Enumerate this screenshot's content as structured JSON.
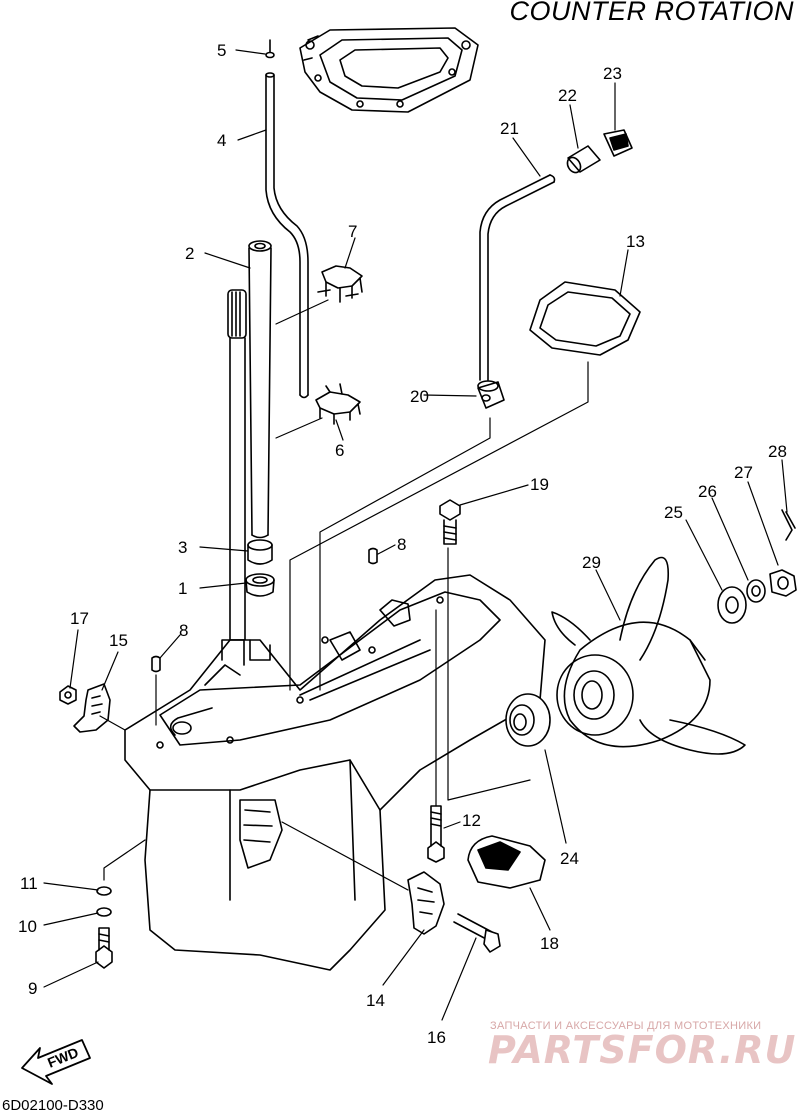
{
  "title": "COUNTER ROTATION",
  "drawing_code": "6D02100-D330",
  "fwd_label": "FWD",
  "watermark": {
    "tagline": "ЗАПЧАСТИ И АКСЕССУАРЫ ДЛЯ МОТОТЕХНИКИ",
    "logo": "PARTSFOR.RU"
  },
  "callouts": [
    {
      "id": "callout-1",
      "label": "1"
    },
    {
      "id": "callout-2",
      "label": "2"
    },
    {
      "id": "callout-3",
      "label": "3"
    },
    {
      "id": "callout-4",
      "label": "4"
    },
    {
      "id": "callout-5",
      "label": "5"
    },
    {
      "id": "callout-6",
      "label": "6"
    },
    {
      "id": "callout-7",
      "label": "7"
    },
    {
      "id": "callout-8a",
      "label": "8"
    },
    {
      "id": "callout-8b",
      "label": "8"
    },
    {
      "id": "callout-9",
      "label": "9"
    },
    {
      "id": "callout-10",
      "label": "10"
    },
    {
      "id": "callout-11",
      "label": "11"
    },
    {
      "id": "callout-12",
      "label": "12"
    },
    {
      "id": "callout-13",
      "label": "13"
    },
    {
      "id": "callout-14",
      "label": "14"
    },
    {
      "id": "callout-15",
      "label": "15"
    },
    {
      "id": "callout-16",
      "label": "16"
    },
    {
      "id": "callout-17",
      "label": "17"
    },
    {
      "id": "callout-18",
      "label": "18"
    },
    {
      "id": "callout-19",
      "label": "19"
    },
    {
      "id": "callout-20",
      "label": "20"
    },
    {
      "id": "callout-21",
      "label": "21"
    },
    {
      "id": "callout-22",
      "label": "22"
    },
    {
      "id": "callout-23",
      "label": "23"
    },
    {
      "id": "callout-24",
      "label": "24"
    },
    {
      "id": "callout-25",
      "label": "25"
    },
    {
      "id": "callout-26",
      "label": "26"
    },
    {
      "id": "callout-27",
      "label": "27"
    },
    {
      "id": "callout-28",
      "label": "28"
    },
    {
      "id": "callout-29",
      "label": "29"
    }
  ]
}
